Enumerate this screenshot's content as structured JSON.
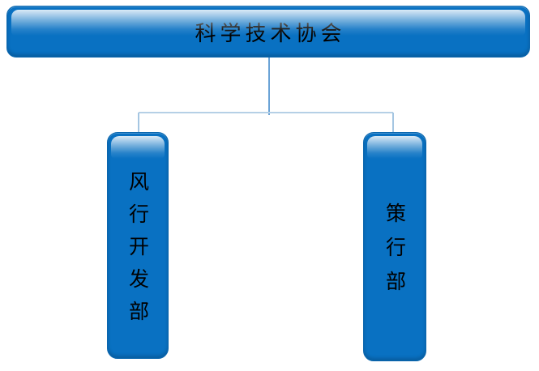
{
  "diagram": {
    "type": "org-chart",
    "root": {
      "label": "科学技术协会"
    },
    "children": [
      {
        "label": "风行开发部",
        "orientation": "vertical"
      },
      {
        "label": "策行部",
        "orientation": "vertical"
      }
    ]
  },
  "colors": {
    "background": "#FFFFFF",
    "node_fill": "#0971C2",
    "node_border": "#0A66AE",
    "connector": "#B5D0E6",
    "connector_mid": "#A5C6E2",
    "connector_dark": "#6BA3D6",
    "text": "#000000"
  }
}
